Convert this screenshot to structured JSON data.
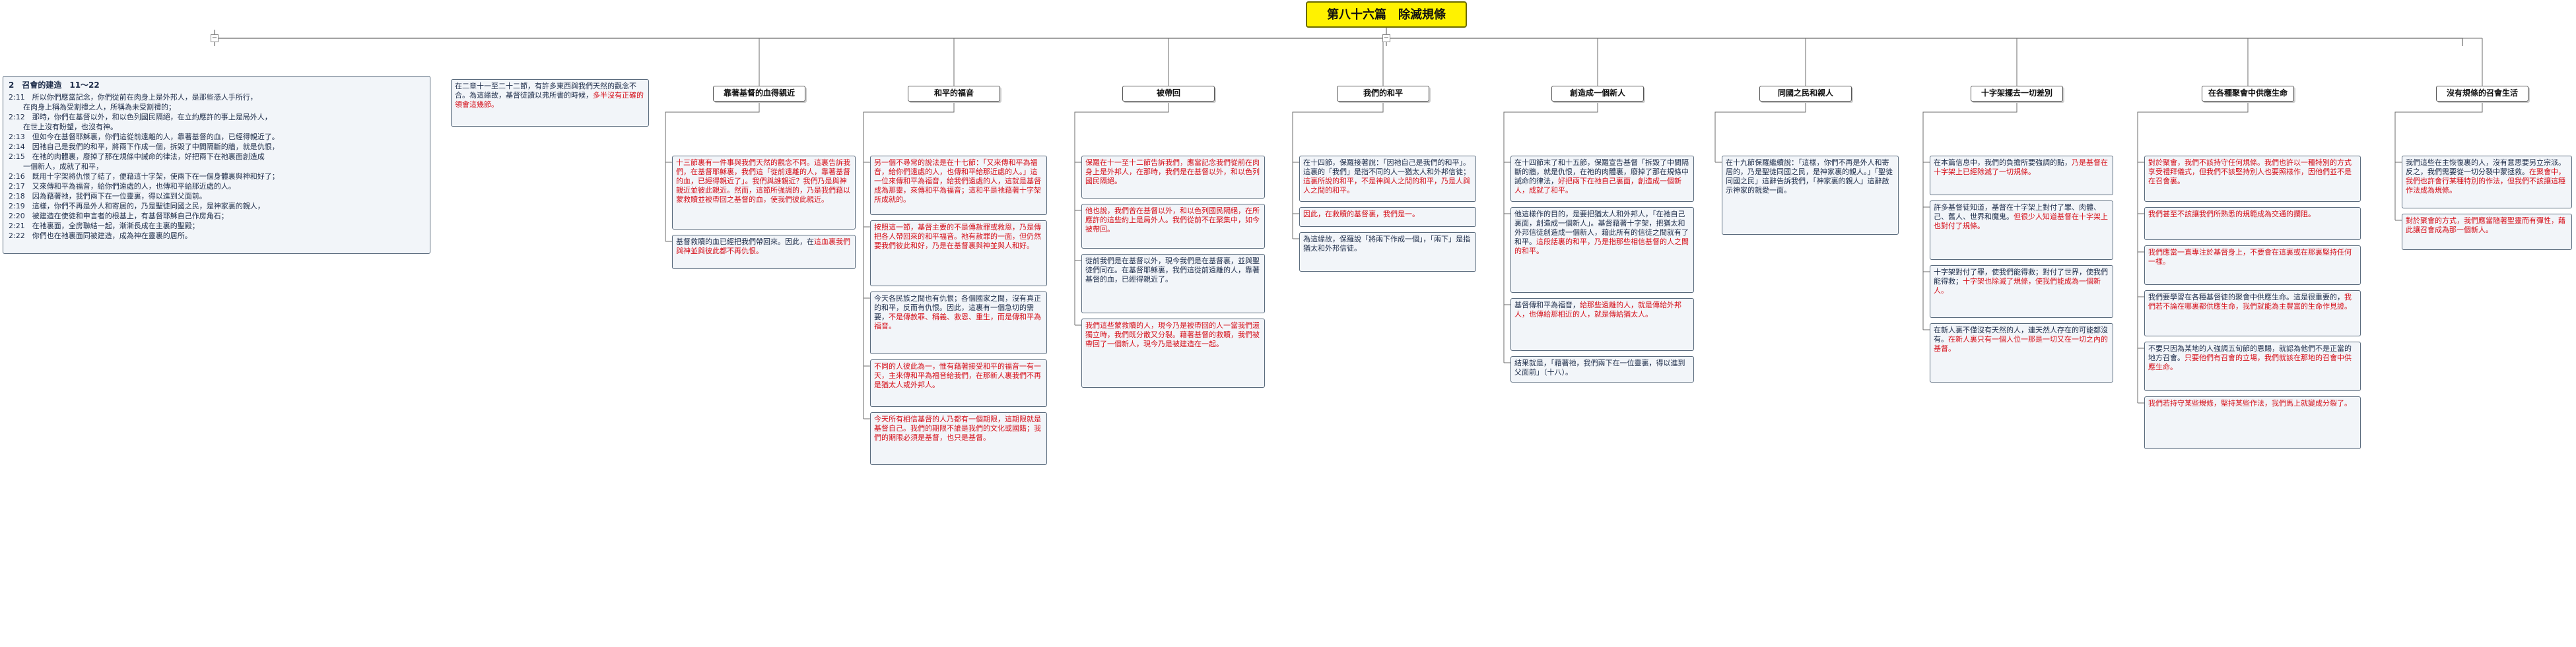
{
  "root": {
    "title": "第八十六篇　除滅規條"
  },
  "left_panel": {
    "title": "2　召會的建造　11～22",
    "lines": [
      "2:11　所以你們應當記念，你們從前在肉身上是外邦人，是那些憑人手所行，",
      "　　在肉身上稱為受割禮之人，所稱為未受割禮的；",
      "2:12　那時，你們在基督以外，和以色列國民隔絕，在立約應許的事上是局外人，",
      "　　在世上沒有盼望，也沒有神。",
      "2:13　但如今在基督耶穌裏，你們這從前遠離的人，靠著基督的血，已經得親近了。",
      "2:14　因祂自己是我們的和平，將兩下作成一個，拆毀了中間隔斷的牆，就是仇恨，",
      "2:15　在祂的肉體裏，廢掉了那在規條中誡命的律法，好把兩下在祂裏面創造成",
      "　　一個新人，成就了和平，",
      "2:16　既用十字架將仇恨了結了，便藉這十字架，使兩下在一個身體裏與神和好了；",
      "2:17　又來傳和平為福音，給你們遠處的人，也傳和平給那近處的人。",
      "2:18　因為藉著祂，我們兩下在一位靈裏，得以進到父面前。",
      "2:19　這樣，你們不再是外人和寄居的，乃是聖徒同國之民，是神家裏的親人，",
      "2:20　被建造在使徒和申言者的根基上，有基督耶穌自己作房角石；",
      "2:21　在祂裏面，全房聯結一起，漸漸長成在主裏的聖殿；",
      "2:22　你們也在祂裏面同被建造，成為神在靈裏的居所。"
    ]
  },
  "intro_box": {
    "text": "在二章十一至二十二節，有許多東西與我們天然的觀念不合。為這緣故，基督徒讀以弗所書的時候，",
    "highlight": "多半沒有正確的領會這幾節。"
  },
  "columns": [
    {
      "header": "靠著基督的血得親近",
      "boxes": [
        {
          "text": "",
          "highlight": "十三節裏有一件事與我們天然的觀念不同。這裏告訴我們，在基督耶穌裏，我們這「從前遠離的人，靠著基督的血，已經得親近了」。我們與誰親近？我們乃是與神親近並彼此親近。然而，這節所強調的，乃是我們藉以蒙救贖並被帶回之基督的血，使我們彼此親近。"
        },
        {
          "text": "基督救贖的血已經把我們帶回來。因此，在",
          "highlight": "這血裏我們與神並與彼此都不再仇恨。"
        }
      ]
    },
    {
      "header": "和平的福音",
      "boxes": [
        {
          "text": "",
          "highlight": "另一個不尋常的說法是在十七節：「又來傳和平為福音，給你們遠處的人，也傳和平給那近處的人。」這一位來傳和平為福音，給我們遠處的人，這就是基督成為那靈，來傳和平為福音；這和平是祂藉著十字架所成就的。"
        },
        {
          "text": "",
          "highlight": "按照這一節，基督主要的不是傳赦罪或救恩，乃是傳把各人帶回來的和平福音。祂有赦罪的一面，但仍然要我們彼此和好，乃是在基督裏與神並與人和好。"
        },
        {
          "text": "今天各民族之間也有仇恨；各個國家之間，沒有真正的和平，反而有仇恨。因此，這裏有一個急切的需要，",
          "highlight": "不是傳赦罪、稱義、救恩、重生，而是傳和平為福音。"
        },
        {
          "text": "",
          "highlight": "不同的人彼此為一，惟有藉著接受和平的福音一有一天，主來傳和平為福音給我們，在那新人裏我們不再是猶太人或外邦人。"
        },
        {
          "text": "",
          "highlight": "今天所有相信基督的人乃都有一個期限，這期限就是基督自己。我們的期限不誰是我們的文化或國籍；我們的期限必須是基督，也只是基督。"
        }
      ]
    },
    {
      "header": "被帶回",
      "boxes": [
        {
          "text": "",
          "highlight": "保羅在十一至十二節告訴我們，應當記念我們從前在肉身上是外邦人，在那時，我們是在基督以外，和以色列國民隔絕。"
        },
        {
          "text": "",
          "highlight": "他也說，我們曾在基督以外，和以色列國民隔絕，在所應許的這些約上是局外人。我們從前不在聚集中，如今被帶回。"
        },
        {
          "text": "從前我們是在基督以外，現今我們是在基督裏，並與聖徒們同在。在基督耶穌裏，我們這從前遠離的人，靠著基督的血，已經得親近了。"
        },
        {
          "text": "",
          "highlight": "我們這些蒙救贖的人，現今乃是被帶回的人一當我們還獨立時，我們既分散又分裂。藉著基督的救贖，我們被帶回了一個新人，現今乃是被建造在一起。"
        }
      ]
    },
    {
      "header": "我們的和平",
      "boxes": [
        {
          "text": "在十四節，保羅接著說：「因祂自己是我們的和平」。這裏的「我們」是指不同的人一猶太人和外邦信徒；",
          "highlight": "這裏所說的和平，不是神與人之間的和平，乃是人與人之間的和平。"
        },
        {
          "text": "",
          "highlight": "因此，在救贖的基督裏，我們是一。"
        },
        {
          "text": "為這緣故，保羅說「將兩下作成一個」，「兩下」是指猶太和外邦信徒。"
        }
      ]
    },
    {
      "header": "創造成一個新人",
      "boxes": [
        {
          "text": "在十四節末了和十五節，保羅宣告基督「拆毀了中間隔斷的牆，就是仇恨，在祂的肉體裏，廢掉了那在規條中誡命的律法，",
          "highlight": "好把兩下在祂自己裏面，創造成一個新人，成就了和平。"
        },
        {
          "text": "他這樣作的目的，是要把猶太人和外邦人，「在祂自己裏面，創造成一個新人」。基督藉著十字架，把猶太和外邦信徒創造成一個新人，藉此所有的信徒之間就有了和平。",
          "highlight": "這段話裏的和平，乃是指那些相信基督的人之間的和平。"
        },
        {
          "text": "基督傳和平為福音，",
          "highlight": "給那些遠離的人，就是傳給外邦人，也傳給那相近的人，就是傳給猶太人。"
        },
        {
          "text": "結果就是，「藉著祂，我們兩下在一位靈裏，得以進到父面前」（十八）。"
        }
      ]
    },
    {
      "header": "同國之民和親人",
      "boxes": [
        {
          "text": "在十九節保羅繼續說：「這樣，你們不再是外人和寄居的，乃是聖徒同國之民，是神家裏的親人。」「聖徒同國之民」這辭告訴我們，「神家裏的親人」這辭啟示神家的親愛一面。"
        }
      ]
    },
    {
      "header": "十字架擺去一切差別",
      "boxes": [
        {
          "text": "在本篇信息中，我們的負擔所要強調的點，",
          "highlight": "乃是基督在十字架上已經除滅了一切規條。"
        },
        {
          "text": "許多基督徒知道，基督在十字架上對付了罪、肉體、己、舊人、世界和魔鬼。",
          "highlight": "但很少人知道基督在十字架上也對付了規條。"
        },
        {
          "text": "十字架對付了罪，使我們能得救；對付了世界，使我們能得救；",
          "highlight": "十字架也除滅了規條，使我們能成為一個新人。"
        },
        {
          "text": "在新人裏不僅沒有天然的人，連天然人存在的可能都沒有。",
          "highlight": "在新人裏只有一個人位一那是一切又在一切之內的基督。"
        }
      ]
    },
    {
      "header": "在各種聚會中供應生命",
      "boxes": [
        {
          "text": "",
          "highlight": "對於聚會，我們不該持守任何規條。我們也許以一種特別的方式享受禮拜儀式，但我們不該堅持別人也要照樣作，因他們並不是在召會裏。"
        },
        {
          "text": "",
          "highlight": "我們甚至不該讓我們所熟悉的規範成為交通的攔阻。"
        },
        {
          "text": "",
          "highlight": "我們應當一直專注於基督身上，不要會在這裏或在那裏堅持任何一樣。"
        },
        {
          "text": "我們要學習在各種基督徒的聚會中供應生命。這是很重要的，",
          "highlight": "我們若不論在哪裏都供應生命，我們就能為主豐富的生命作見證。"
        },
        {
          "text": "不要只因為某地的人強調五旬節的恩賜，就認為他們不是正當的地方召會。",
          "highlight": "只要他們有召會的立場，我們就該在那地的召會中供應生命。"
        },
        {
          "text": "",
          "highlight": "我們若持守某些規條，堅持某些作法，我們馬上就變成分裂了。"
        }
      ]
    },
    {
      "header": "沒有規條的召會生活",
      "boxes": [
        {
          "text": "我們這些在主恢復裏的人，沒有意思要另立宗派。反之，我們需要從一切分裂中蒙拯救。",
          "highlight": "在聚會中，我們也許會行某種特別的作法，但我們不該讓這種作法成為規條。"
        },
        {
          "text": "",
          "highlight": "對於聚會的方式，我們應當隨著聖靈而有彈性，藉此讓召會成為那一個新人。"
        }
      ]
    }
  ]
}
